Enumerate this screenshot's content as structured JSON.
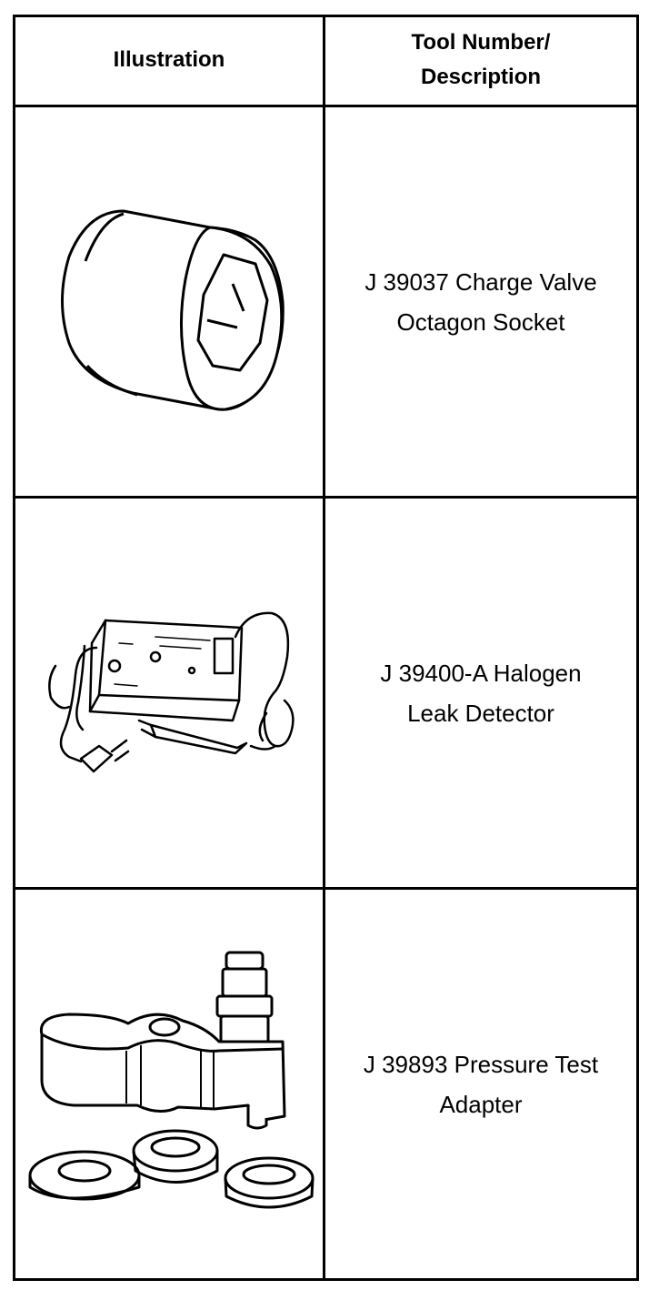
{
  "table": {
    "headers": {
      "illustration": "Illustration",
      "description_line1": "Tool Number/",
      "description_line2": "Description"
    },
    "rows": [
      {
        "icon": "octagon-socket-icon",
        "line1": "J 39037 Charge Valve",
        "line2": "Octagon Socket"
      },
      {
        "icon": "leak-detector-icon",
        "line1": "J 39400-A Halogen",
        "line2": "Leak Detector"
      },
      {
        "icon": "pressure-adapter-icon",
        "line1": "J 39893 Pressure Test",
        "line2": "Adapter"
      }
    ]
  }
}
